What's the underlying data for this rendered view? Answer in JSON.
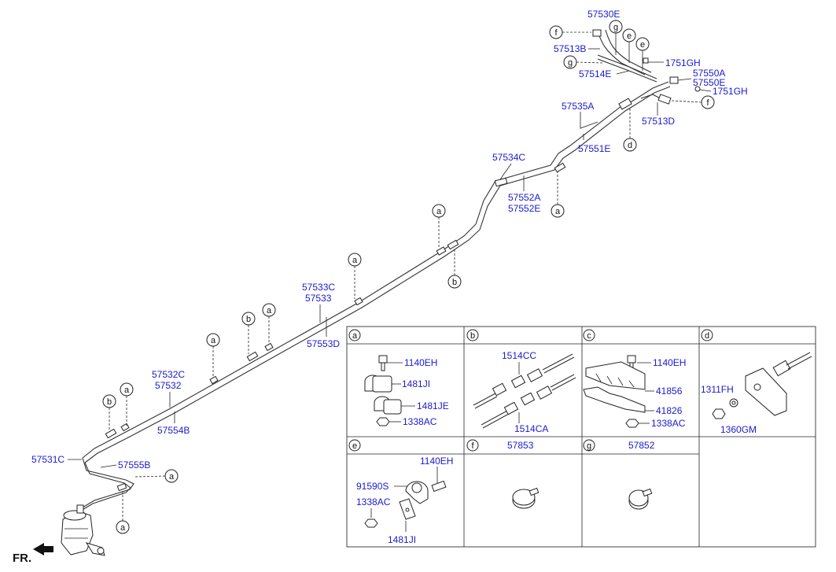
{
  "labels": {
    "p57530E": "57530E",
    "p57513B": "57513B",
    "p1751GH_a": "1751GH",
    "p57514E": "57514E",
    "p57550A": "57550A",
    "p57550E": "57550E",
    "p1751GH_b": "1751GH",
    "p57535A": "57535A",
    "p57513D": "57513D",
    "p57551E": "57551E",
    "p57534C": "57534C",
    "p57552A": "57552A",
    "p57552E": "57552E",
    "p57533C": "57533C",
    "p57533": "57533",
    "p57553D": "57553D",
    "p57532C": "57532C",
    "p57532": "57532",
    "p57554B": "57554B",
    "p57531C": "57531C",
    "p57555B": "57555B",
    "fr": "FR."
  },
  "callouts": {
    "f1": "f",
    "g1": "g",
    "e1": "e",
    "e2": "e",
    "g2": "g",
    "f2": "f",
    "d1": "d",
    "a_top": "a",
    "a_mid1": "a",
    "b_mid1": "b",
    "a_mid2": "a",
    "b_mid2": "b",
    "a_mid3": "a",
    "a_low1": "a",
    "b_low": "b",
    "a_low2": "a",
    "a_bot1": "a",
    "a_bot2": "a"
  },
  "panels": {
    "a": {
      "letter": "a",
      "parts": [
        "1140EH",
        "1481JI",
        "1481JE",
        "1338AC"
      ]
    },
    "b": {
      "letter": "b",
      "parts": [
        "1514CC",
        "1514CA"
      ]
    },
    "c": {
      "letter": "c",
      "parts": [
        "1140EH",
        "41856",
        "41826",
        "1338AC"
      ]
    },
    "d": {
      "letter": "d",
      "parts": [
        "1311FH",
        "1360GM"
      ]
    },
    "e": {
      "letter": "e",
      "parts": [
        "1140EH",
        "91590S",
        "1338AC",
        "1481JI"
      ]
    },
    "f": {
      "letter": "f",
      "parts": [
        "57853"
      ]
    },
    "g": {
      "letter": "g",
      "parts": [
        "57852"
      ]
    }
  }
}
